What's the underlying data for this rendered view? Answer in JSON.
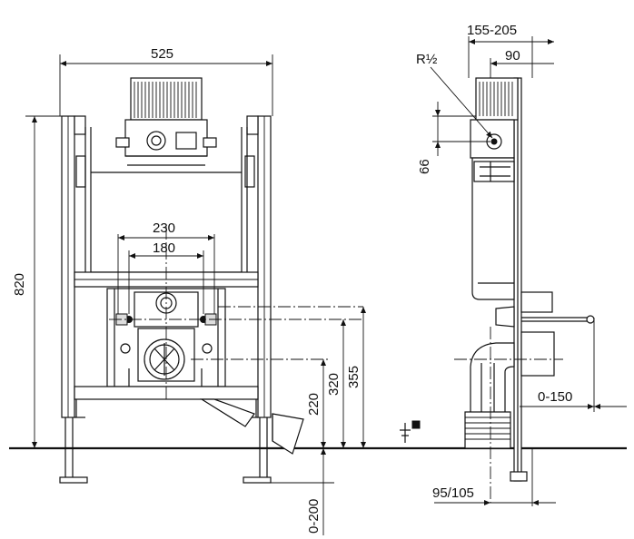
{
  "dimensions": {
    "frame_width": "525",
    "frame_height": "820",
    "outer_spacing": "230",
    "inner_spacing": "180",
    "height_220": "220",
    "height_320": "320",
    "height_355": "355",
    "adjust_0_200": "0-200",
    "wall_distance": "155-205",
    "depth_90": "90",
    "thread": "R½",
    "height_66": "66",
    "offset_0_150": "0-150",
    "depth_95_105": "95/105"
  },
  "symbols": {
    "floor_level": "floor-level-icon"
  }
}
